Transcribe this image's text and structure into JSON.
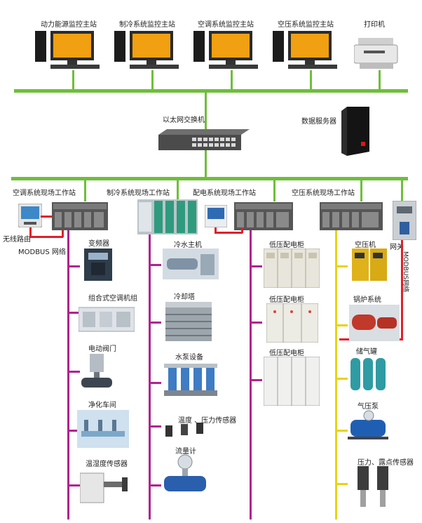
{
  "stations": [
    {
      "label": "动力能源监控主站"
    },
    {
      "label": "制冷系统监控主站"
    },
    {
      "label": "空调系统监控主站"
    },
    {
      "label": "空压系统监控主站"
    }
  ],
  "printer": "打印机",
  "switch": "以太网交换机",
  "server": "数据服务器",
  "workstations": {
    "ac": "空调系统现场工作站",
    "refrigeration": "制冷系统现场工作站",
    "power": "配电系统现场工作站",
    "air": "空压系统现场工作站"
  },
  "network": {
    "wireless_router": "无线路由",
    "modbus": "MODBUS 网络",
    "gateway": "网关",
    "modbus_vertical": "MODBUS网络"
  },
  "ac_devices": [
    "变频器",
    "组合式空调机组",
    "电动阀门",
    "净化车间",
    "温湿度传感器"
  ],
  "refrigeration_devices": [
    "冷水主机",
    "冷却塔",
    "水泵设备",
    "温度 、压力传感器",
    "流量计"
  ],
  "power_devices": [
    "低压配电柜",
    "低压配电柜",
    "低压配电柜"
  ],
  "air_devices": [
    "空压机",
    "锅炉系统",
    "储气罐",
    "气压泵",
    "压力、露点传感器"
  ]
}
